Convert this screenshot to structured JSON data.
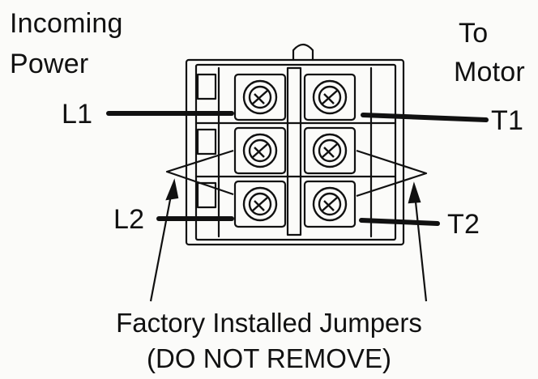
{
  "labels": {
    "incoming_line1": "Incoming",
    "incoming_line2": "Power",
    "motor_line1": "To",
    "motor_line2": "Motor",
    "l1": "L1",
    "l2": "L2",
    "t1": "T1",
    "t2": "T2"
  },
  "caption": {
    "line1": "Factory Installed Jumpers",
    "line2": "(DO NOT REMOVE)"
  }
}
